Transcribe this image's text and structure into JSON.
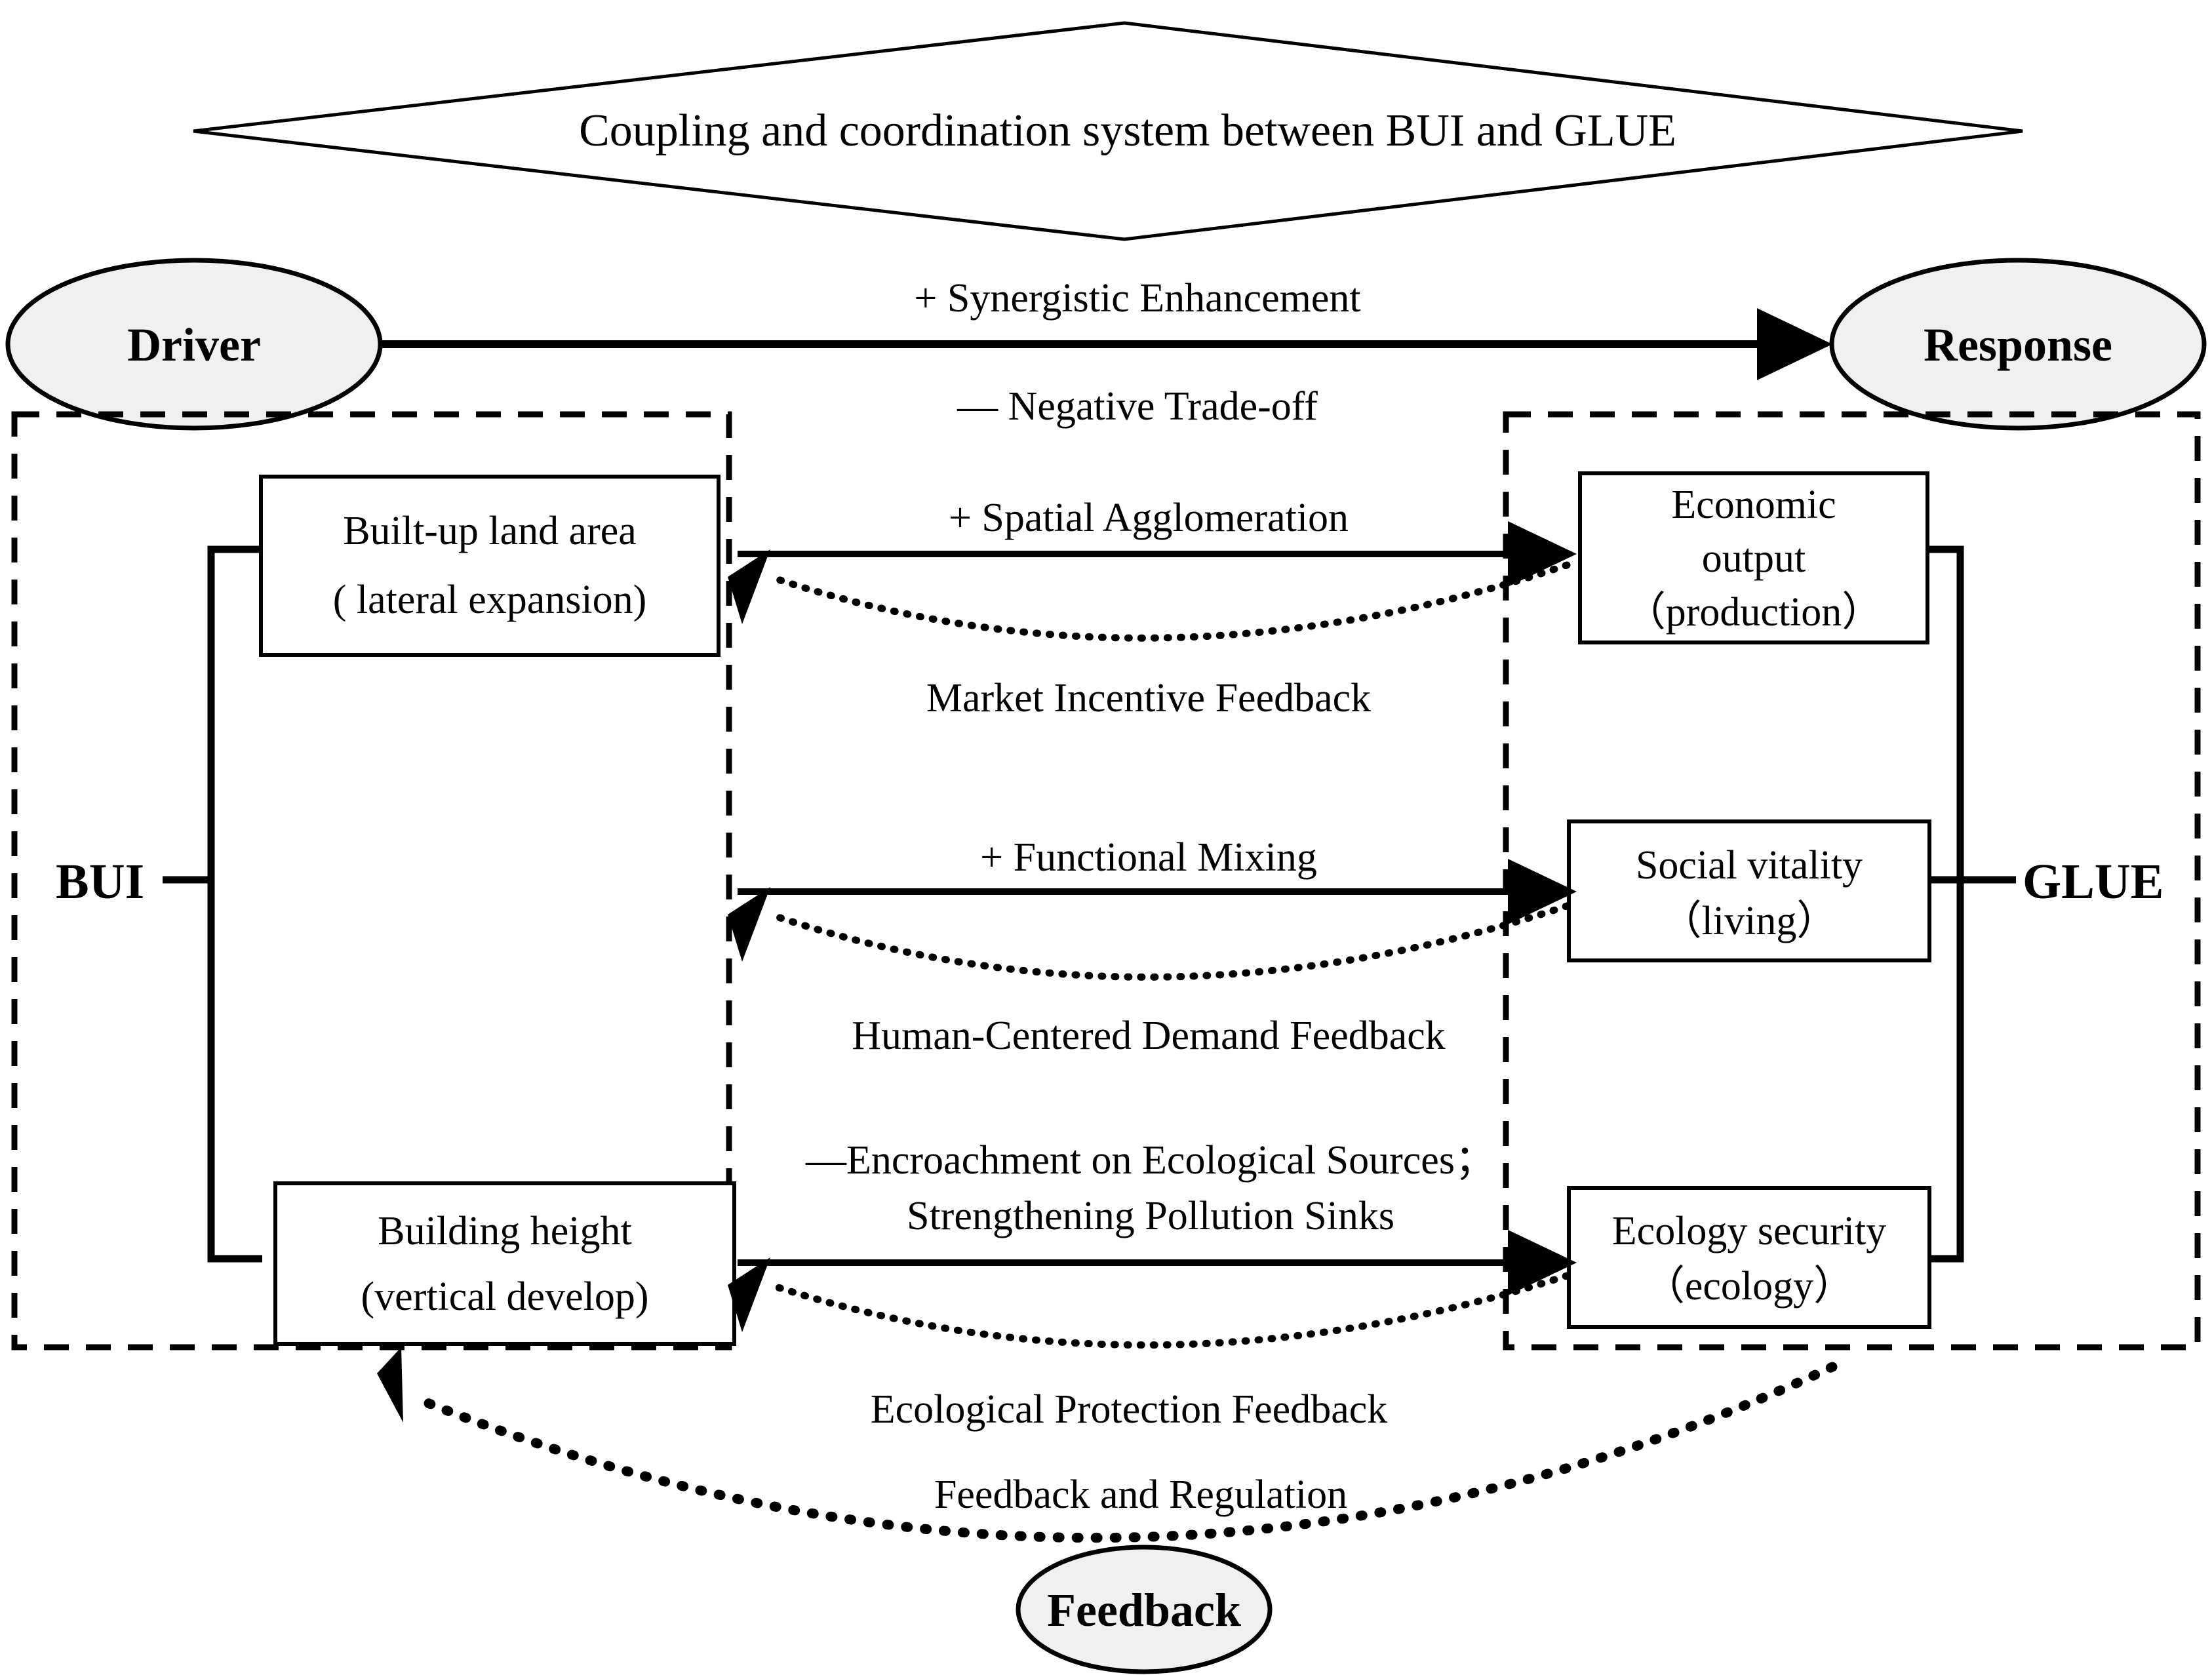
{
  "title_banner": {
    "text": "Coupling and coordination system between BUI and GLUE",
    "shape": "diamond"
  },
  "top_row": {
    "driver_label": "Driver",
    "response_label": "Response",
    "positive_relation": "+ Synergistic Enhancement",
    "negative_relation": "— Negative Trade-off"
  },
  "side_labels": {
    "left": "BUI",
    "right": "GLUE"
  },
  "left_group": {
    "boxes": [
      {
        "line1": "Built-up land area",
        "line2": "( lateral expansion)"
      },
      {
        "line1": "Building height",
        "line2": "(vertical develop)"
      }
    ]
  },
  "right_group": {
    "boxes": [
      {
        "line1": "Economic",
        "line2": "output",
        "line3": "（production）"
      },
      {
        "line1": "Social vitality",
        "line2": "（living）"
      },
      {
        "line1": "Ecology security",
        "line2": "（ecology）"
      }
    ]
  },
  "relations": [
    {
      "forward": "+ Spatial Agglomeration",
      "feedback": "Market Incentive Feedback"
    },
    {
      "forward": "+ Functional Mixing",
      "feedback": "Human-Centered Demand Feedback"
    },
    {
      "forward_line1": "—Encroachment on Ecological Sources；",
      "forward_line2": "Strengthening Pollution Sinks",
      "feedback": "Ecological Protection Feedback"
    }
  ],
  "bottom": {
    "feedback_curve_label": "Feedback and Regulation",
    "feedback_node_label": "Feedback"
  },
  "colors": {
    "node_fill": "#f0f0f0",
    "stroke": "#000000",
    "background": "#ffffff"
  }
}
